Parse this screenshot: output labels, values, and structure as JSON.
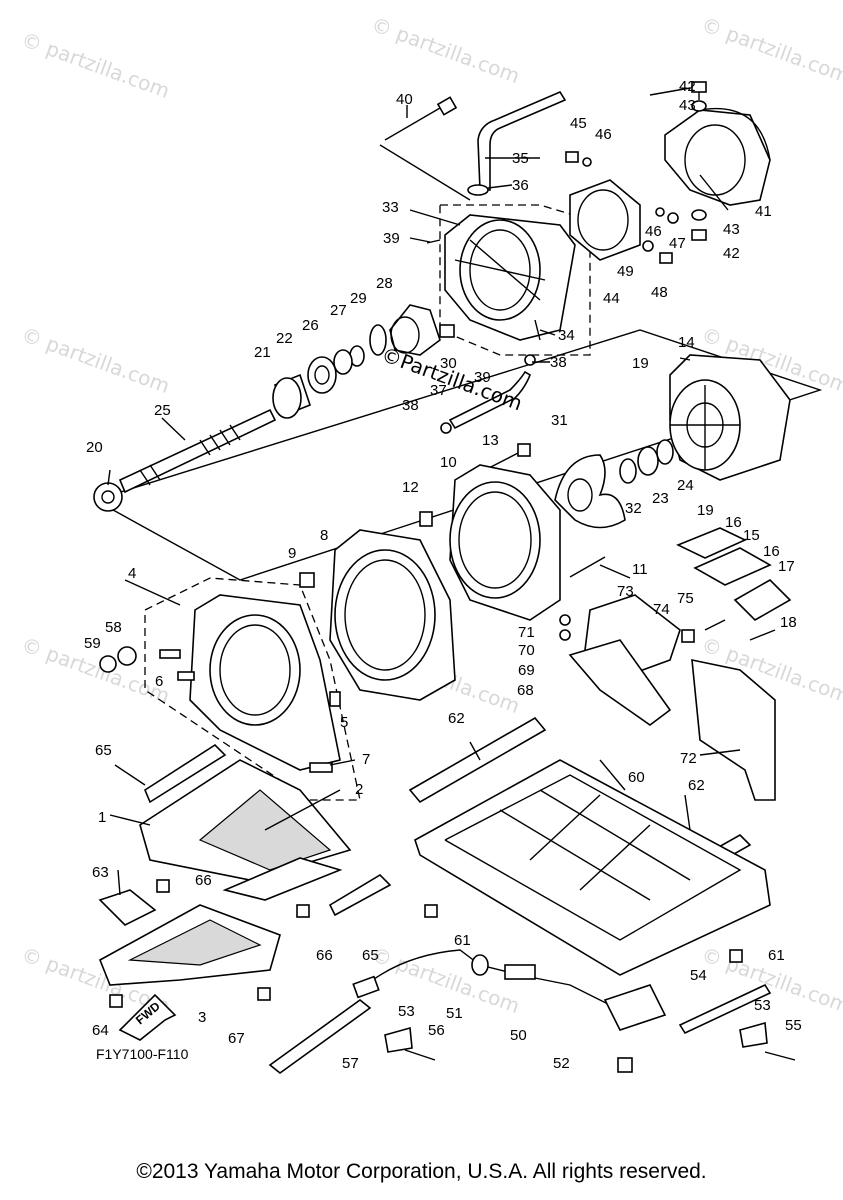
{
  "watermark": "© partzilla.com",
  "center_watermark": "©Partzilla.com",
  "diagram_code": "F1Y7100-F110",
  "fwd_label": "FWD",
  "copyright": "©2013 Yamaha Motor Corporation, U.S.A. All rights reserved.",
  "callouts": [
    "1",
    "2",
    "3",
    "4",
    "5",
    "6",
    "7",
    "8",
    "9",
    "10",
    "11",
    "12",
    "13",
    "14",
    "15",
    "16",
    "16",
    "17",
    "18",
    "19",
    "19",
    "20",
    "21",
    "22",
    "23",
    "24",
    "25",
    "26",
    "27",
    "28",
    "29",
    "30",
    "31",
    "32",
    "33",
    "34",
    "35",
    "36",
    "37",
    "38",
    "38",
    "39",
    "39",
    "40",
    "41",
    "42",
    "42",
    "43",
    "43",
    "44",
    "45",
    "46",
    "46",
    "47",
    "48",
    "49",
    "50",
    "51",
    "52",
    "53",
    "53",
    "54",
    "55",
    "56",
    "57",
    "58",
    "59",
    "60",
    "61",
    "61",
    "62",
    "62",
    "63",
    "64",
    "65",
    "65",
    "66",
    "66",
    "67",
    "68",
    "69",
    "70",
    "71",
    "72",
    "73",
    "74",
    "75"
  ]
}
